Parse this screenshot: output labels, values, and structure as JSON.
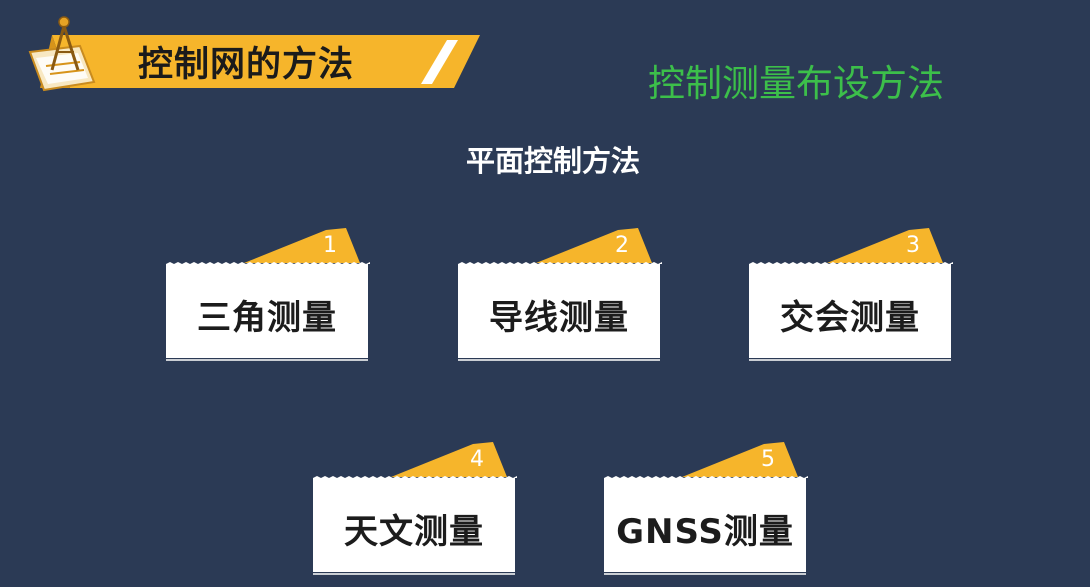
{
  "header": {
    "title": "控制网的方法"
  },
  "subtitle": "控制测量布设方法",
  "section_title": "平面控制方法",
  "cards": [
    {
      "number": "1",
      "label": "三角测量"
    },
    {
      "number": "2",
      "label": "导线测量"
    },
    {
      "number": "3",
      "label": "交会测量"
    },
    {
      "number": "4",
      "label": "天文测量"
    },
    {
      "number": "5",
      "label": "GNSS测量"
    }
  ],
  "colors": {
    "background": "#2b3a55",
    "banner": "#f6b52b",
    "tab": "#f6b52b",
    "subtitle": "#3cbf4a",
    "card": "#ffffff"
  },
  "icons": [
    "drafting-compass-icon"
  ]
}
